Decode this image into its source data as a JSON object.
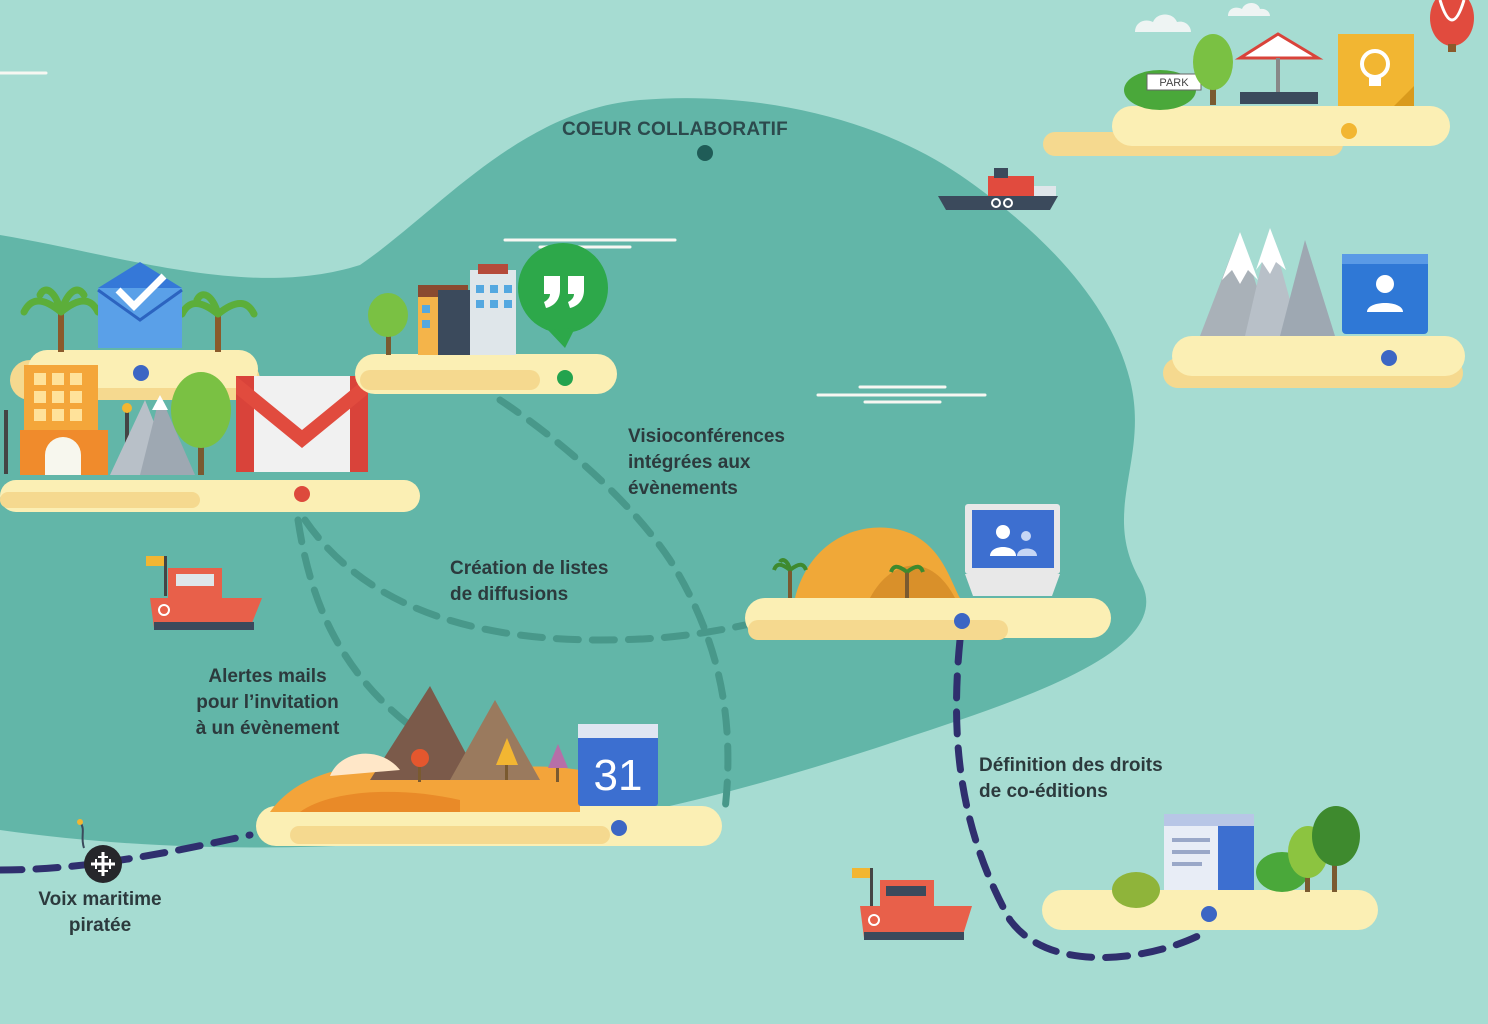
{
  "title": "COEUR COLLABORATIF",
  "labels": {
    "visio": [
      "Visioconférences",
      "intégrées aux",
      "évènements"
    ],
    "listes": [
      "Création de listes",
      "de diffusions"
    ],
    "alertes": [
      "Alertes mails",
      "pour l’invitation",
      "à un évènement"
    ],
    "droits": [
      "Définition des droits",
      "de co-éditions"
    ],
    "voix": [
      "Voix maritime",
      "piratée"
    ]
  },
  "signs": {
    "park": "PARK",
    "calendar_day": "31"
  },
  "colors": {
    "sea": "#a6dcd2",
    "core": "#62b6a8",
    "sand": "#fbefb4",
    "sand_shadow": "#f5d98f",
    "route": "#48988a",
    "route_pirate": "#2f2f6e",
    "dot_blue": "#3c66c4",
    "dot_red": "#dd4a3c",
    "dot_green": "#23a34e",
    "dot_yellow": "#f2b632",
    "dot_core": "#1f5c57"
  },
  "icons": [
    "inbox-icon",
    "gmail-icon",
    "hangouts-icon",
    "keep-icon",
    "contacts-icon",
    "classroom-icon",
    "calendar-icon",
    "sites-icon",
    "pirate-cross-icon"
  ]
}
